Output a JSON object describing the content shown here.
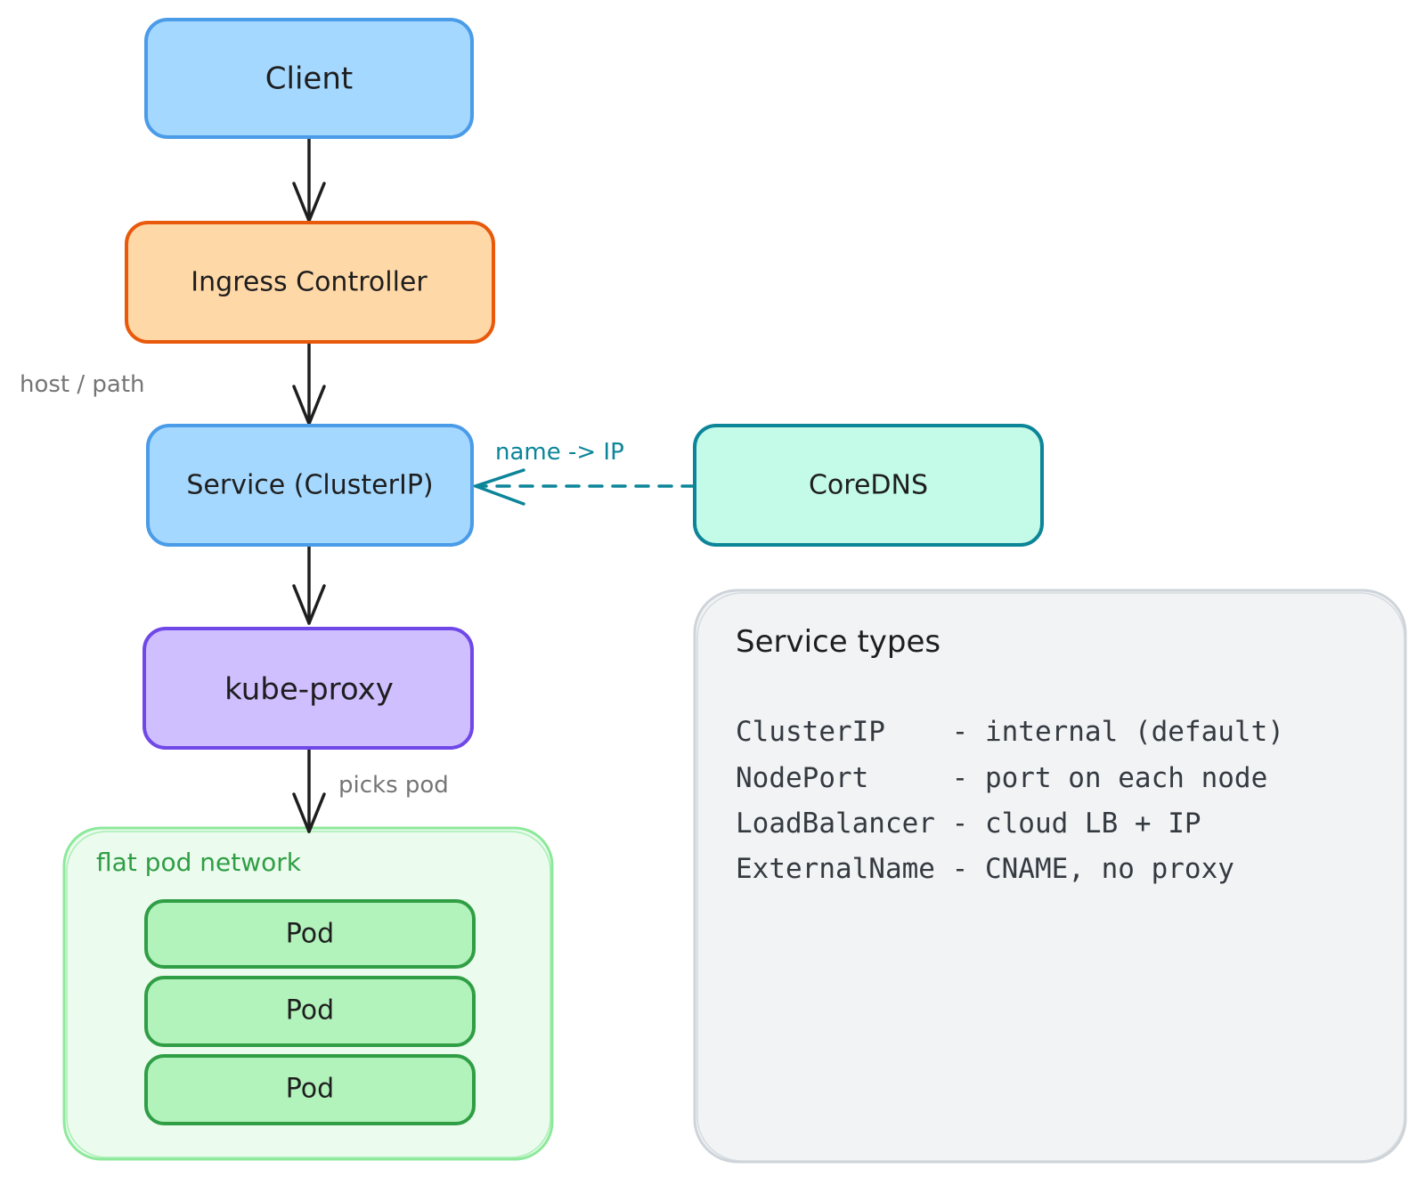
{
  "nodes": {
    "client": {
      "label": "Client",
      "fill": "#a5d8ff",
      "stroke": "#4a9be8"
    },
    "ingress": {
      "label": "Ingress Controller",
      "fill": "#ffd8a8",
      "stroke": "#e8590c"
    },
    "service": {
      "label": "Service (ClusterIP)",
      "fill": "#a5d8ff",
      "stroke": "#4a9be8"
    },
    "coredns": {
      "label": "CoreDNS",
      "fill": "#c3fae8",
      "stroke": "#0c8599"
    },
    "kubeproxy": {
      "label": "kube-proxy",
      "fill": "#d0bfff",
      "stroke": "#7048e8"
    },
    "pods": [
      {
        "label": "Pod"
      },
      {
        "label": "Pod"
      },
      {
        "label": "Pod"
      }
    ],
    "pod_style": {
      "fill": "#b2f2bb",
      "stroke": "#2f9e44"
    }
  },
  "group": {
    "label": "flat pod network",
    "fill": "#ebfbee",
    "stroke": "#8ce99a"
  },
  "edges": {
    "ingress_to_service": {
      "label": "host / path"
    },
    "dns_to_service": {
      "label": "name -> IP"
    },
    "proxy_to_pods": {
      "label": "picks pod"
    }
  },
  "note": {
    "title": "Service types",
    "fill": "#f1f3f5",
    "stroke": "#ced4da",
    "lines": [
      "ClusterIP    - internal (default)",
      "NodePort     - port on each node",
      "LoadBalancer - cloud LB + IP",
      "ExternalName - CNAME, no proxy"
    ]
  }
}
